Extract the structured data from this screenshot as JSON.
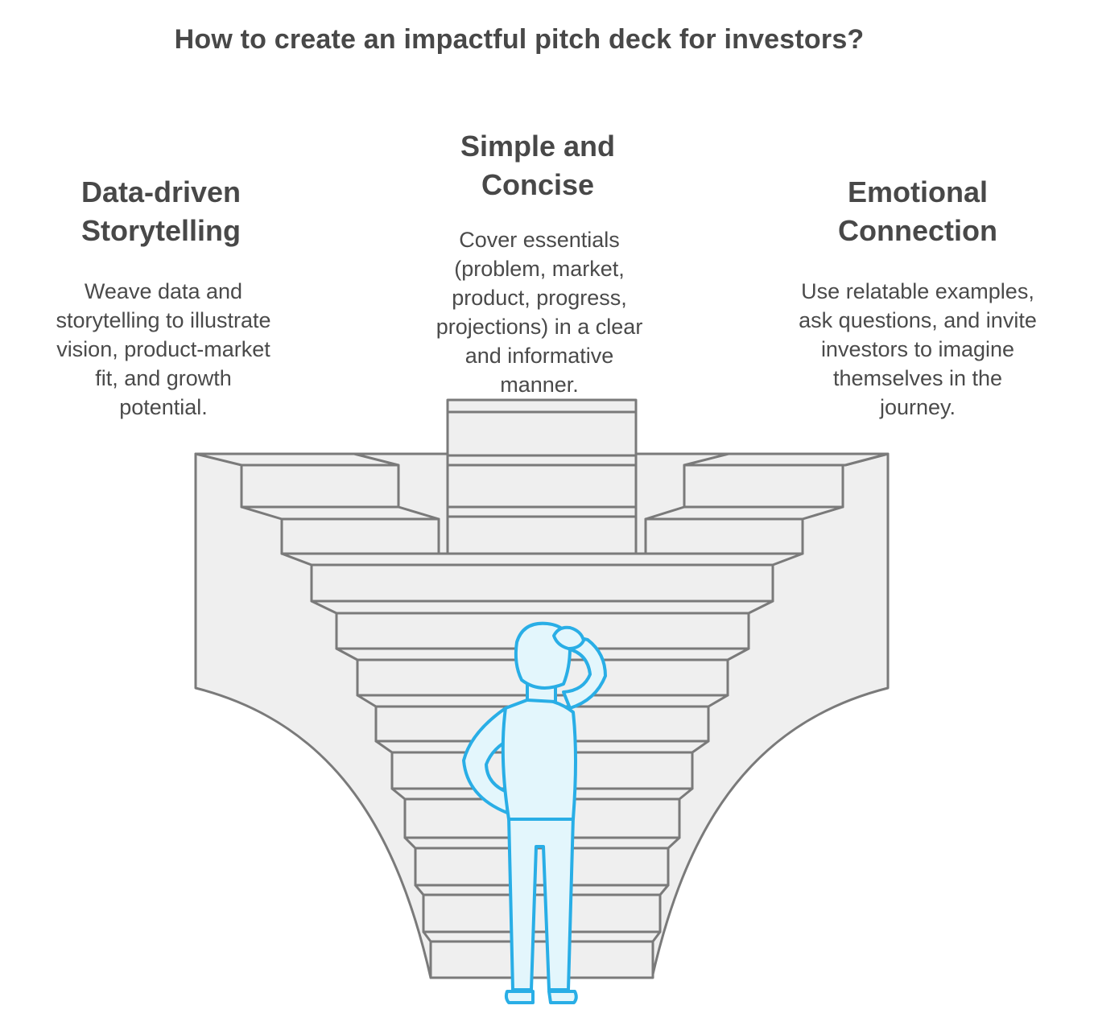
{
  "title": "How to create an impactful pitch deck for investors?",
  "columns": [
    {
      "heading_line1": "Data-driven",
      "heading_line2": "Storytelling",
      "desc_lines": [
        "Weave data and",
        "storytelling to illustrate",
        "vision, product-market",
        "fit, and growth",
        "potential."
      ]
    },
    {
      "heading_line1": "Simple and",
      "heading_line2": "Concise",
      "desc_lines": [
        "Cover essentials",
        "(problem, market,",
        "product, progress,",
        "projections) in a clear",
        "and informative",
        "manner."
      ]
    },
    {
      "heading_line1": "Emotional",
      "heading_line2": "Connection",
      "desc_lines": [
        "Use relatable examples,",
        "ask questions, and invite",
        "investors to imagine",
        "themselves in the",
        "journey."
      ]
    }
  ],
  "colors": {
    "text": "#484848",
    "stair_fill": "#efefef",
    "stair_stroke": "#7a7a7a",
    "person_stroke": "#29aee6",
    "person_fill": "#e3f6fc"
  }
}
